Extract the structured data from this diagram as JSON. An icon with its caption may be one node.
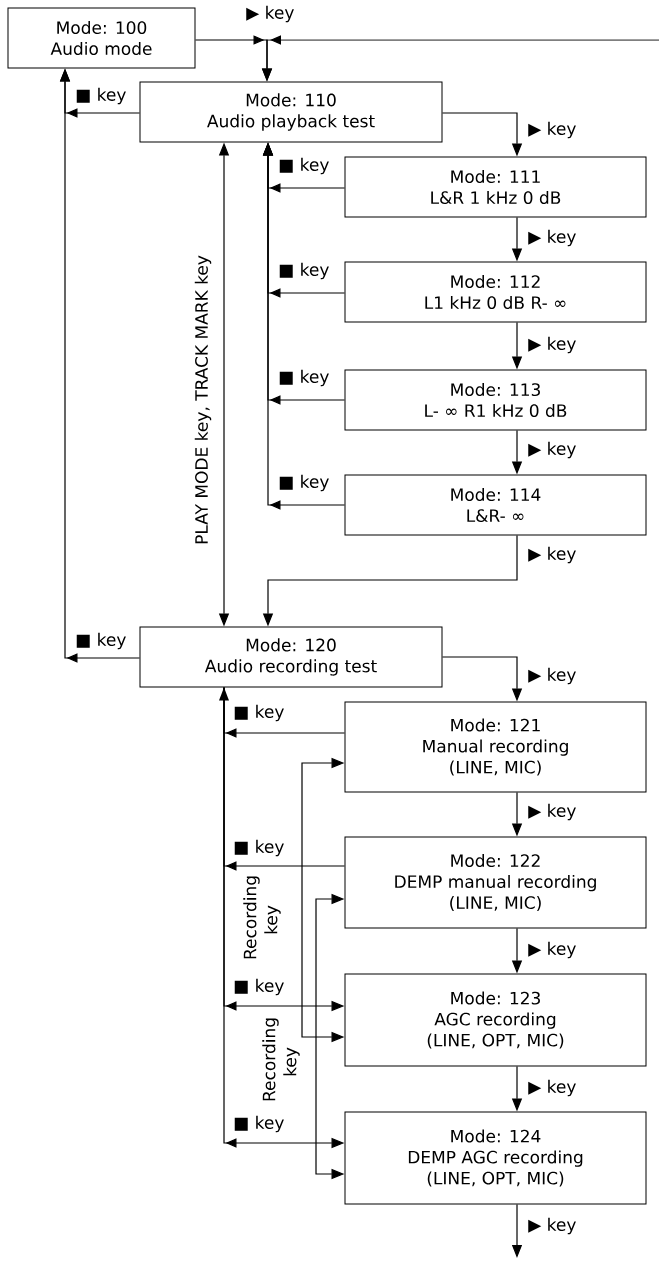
{
  "diagram": {
    "nodes": [
      {
        "text": [
          "Mode: 100",
          "Audio mode"
        ]
      },
      {
        "text": [
          "Mode: 110",
          "Audio playback test"
        ]
      },
      {
        "text": [
          "Mode: 111",
          "L&R 1 kHz 0 dB"
        ]
      },
      {
        "text": [
          "Mode: 112",
          "L1 kHz 0 dB R- ∞"
        ]
      },
      {
        "text": [
          "Mode: 113",
          "L- ∞ R1 kHz 0 dB"
        ]
      },
      {
        "text": [
          "Mode: 114",
          "L&R- ∞"
        ]
      },
      {
        "text": [
          "Mode: 120",
          "Audio recording test"
        ]
      },
      {
        "text": [
          "Mode: 121",
          "Manual recording",
          "(LINE, MIC)"
        ]
      },
      {
        "text": [
          "Mode: 122",
          "DEMP manual recording",
          "(LINE, MIC)"
        ]
      },
      {
        "text": [
          "Mode: 123",
          "AGC recording",
          "(LINE, OPT, MIC)"
        ]
      },
      {
        "text": [
          "Mode: 124",
          "DEMP AGC recording",
          "(LINE, OPT, MIC)"
        ]
      }
    ],
    "edges": [
      {
        "from": 0,
        "to": 1,
        "arrow": "to",
        "label": "▶ key"
      },
      {
        "from": null,
        "to": 1,
        "arrow": "to"
      },
      {
        "from": 1,
        "to": 0,
        "arrow": "to",
        "label": "■ key"
      },
      {
        "from": 1,
        "to": 2,
        "arrow": "to",
        "label": "▶ key"
      },
      {
        "from": 2,
        "to": 1,
        "arrow": "to",
        "label": "■ key"
      },
      {
        "from": 2,
        "to": 3,
        "arrow": "to",
        "label": "▶ key"
      },
      {
        "from": 3,
        "to": 1,
        "arrow": "to",
        "label": "■ key"
      },
      {
        "from": 3,
        "to": 4,
        "arrow": "to",
        "label": "▶ key"
      },
      {
        "from": 4,
        "to": 1,
        "arrow": "to",
        "label": "■ key"
      },
      {
        "from": 4,
        "to": 5,
        "arrow": "to",
        "label": "▶ key"
      },
      {
        "from": 5,
        "to": 1,
        "arrow": "to",
        "label": "■ key"
      },
      {
        "from": 5,
        "to": 6,
        "arrow": "to",
        "label": "▶ key"
      },
      {
        "from": 1,
        "to": 6,
        "arrow": "both",
        "label": "PLAY MODE key, TRACK MARK key"
      },
      {
        "from": 6,
        "to": 0,
        "arrow": "to",
        "label": "■ key"
      },
      {
        "from": 6,
        "to": 7,
        "arrow": "to",
        "label": "▶ key"
      },
      {
        "from": 7,
        "to": 6,
        "arrow": "to",
        "label": "■ key"
      },
      {
        "from": 7,
        "to": 8,
        "arrow": "to",
        "label": "▶ key"
      },
      {
        "from": 8,
        "to": 6,
        "arrow": "to",
        "label": "■ key"
      },
      {
        "from": 8,
        "to": 9,
        "arrow": "to",
        "label": "▶ key"
      },
      {
        "from": 9,
        "to": 6,
        "arrow": "both",
        "label": "■ key"
      },
      {
        "from": 9,
        "to": 10,
        "arrow": "to",
        "label": "▶ key"
      },
      {
        "from": 10,
        "to": 6,
        "arrow": "both",
        "label": "■ key"
      },
      {
        "from": 10,
        "to": null,
        "arrow": "to",
        "label": "▶ key"
      },
      {
        "from": 7,
        "to": 9,
        "arrow": "both",
        "label": "Recording key"
      },
      {
        "from": 8,
        "to": 10,
        "arrow": "both",
        "label": "Recording key"
      }
    ]
  }
}
